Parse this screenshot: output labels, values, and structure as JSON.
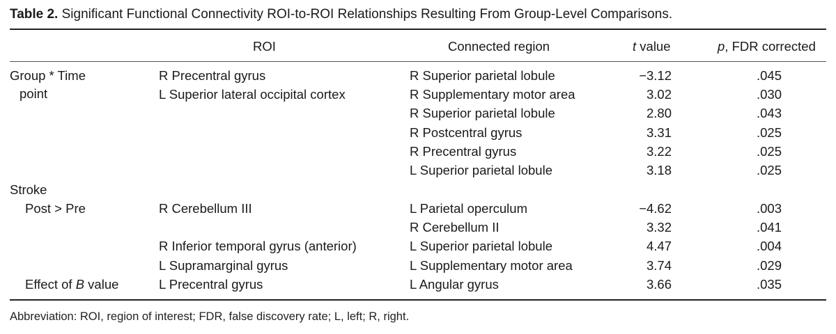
{
  "caption": {
    "label": "Table 2.",
    "text": "Significant Functional Connectivity ROI-to-ROI Relationships Resulting From Group-Level Comparisons."
  },
  "columns": {
    "roi": "ROI",
    "connected": "Connected region",
    "t_italic": "t",
    "t_rest": " value",
    "p_italic": "p",
    "p_rest": ", FDR corrected"
  },
  "groups": {
    "g1_line1": "Group * Time",
    "g1_line2": "point",
    "g2": "Stroke",
    "g2a": "Post > Pre",
    "g2b_pre": "Effect of ",
    "g2b_italic": "B",
    "g2b_post": " value"
  },
  "rows": [
    {
      "roi": "R Precentral gyrus",
      "region": "R Superior parietal lobule",
      "t": "−3.12",
      "p": ".045"
    },
    {
      "roi": "L Superior lateral occipital cortex",
      "region": "R Supplementary motor area",
      "t": "3.02",
      "p": ".030"
    },
    {
      "roi": "",
      "region": "R Superior parietal lobule",
      "t": "2.80",
      "p": ".043"
    },
    {
      "roi": "",
      "region": "R Postcentral gyrus",
      "t": "3.31",
      "p": ".025"
    },
    {
      "roi": "",
      "region": "R Precentral gyrus",
      "t": "3.22",
      "p": ".025"
    },
    {
      "roi": "",
      "region": "L Superior parietal lobule",
      "t": "3.18",
      "p": ".025"
    },
    {
      "roi": "R Cerebellum III",
      "region": "L Parietal operculum",
      "t": "−4.62",
      "p": ".003"
    },
    {
      "roi": "",
      "region": "R Cerebellum II",
      "t": "3.32",
      "p": ".041"
    },
    {
      "roi": "R Inferior temporal gyrus (anterior)",
      "region": "L Superior parietal lobule",
      "t": "4.47",
      "p": ".004"
    },
    {
      "roi": "L Supramarginal gyrus",
      "region": "L Supplementary motor area",
      "t": "3.74",
      "p": ".029"
    },
    {
      "roi": "L Precentral gyrus",
      "region": "L Angular gyrus",
      "t": "3.66",
      "p": ".035"
    }
  ],
  "footnote": "Abbreviation: ROI, region of interest; FDR, false discovery rate; L, left; R, right."
}
